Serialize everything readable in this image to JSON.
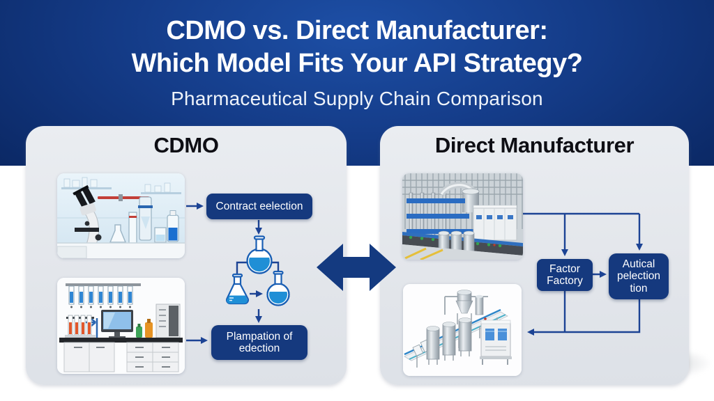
{
  "header": {
    "title_line1": "CDMO vs. Direct Manufacturer:",
    "title_line2": "Which Model Fits Your API Strategy?",
    "subtitle": "Pharmaceutical Supply Chain Comparison"
  },
  "panels": {
    "left": {
      "title": "CDMO",
      "flow": {
        "step1": "Contract eelection",
        "step2_line1": "Plampation of",
        "step2_line2": "edection"
      }
    },
    "right": {
      "title": "Direct Manufacturer",
      "flow": {
        "step1_line1": "Factor",
        "step1_line2": "Factory",
        "step2_line1": "Autical",
        "step2_line2": "pelection",
        "step2_line3": "tion"
      }
    }
  },
  "icons": {
    "center": "bidirectional-arrow-icon",
    "left_flow": "flask-process-flow-icon"
  },
  "illustrations": {
    "left_top": "lab-research-equipment",
    "left_bottom": "lab-bench-workstation",
    "right_top": "factory-production-line",
    "right_bottom": "process-equipment-line"
  },
  "colors": {
    "header_navy": "#0C2C68",
    "box_navy": "#15397E",
    "connector_blue": "#1C4394",
    "flask_blue": "#1F8FD6",
    "panel_gray": "#E4E7EC",
    "title_white": "#FFFFFF",
    "heading_black": "#0E0E14"
  }
}
